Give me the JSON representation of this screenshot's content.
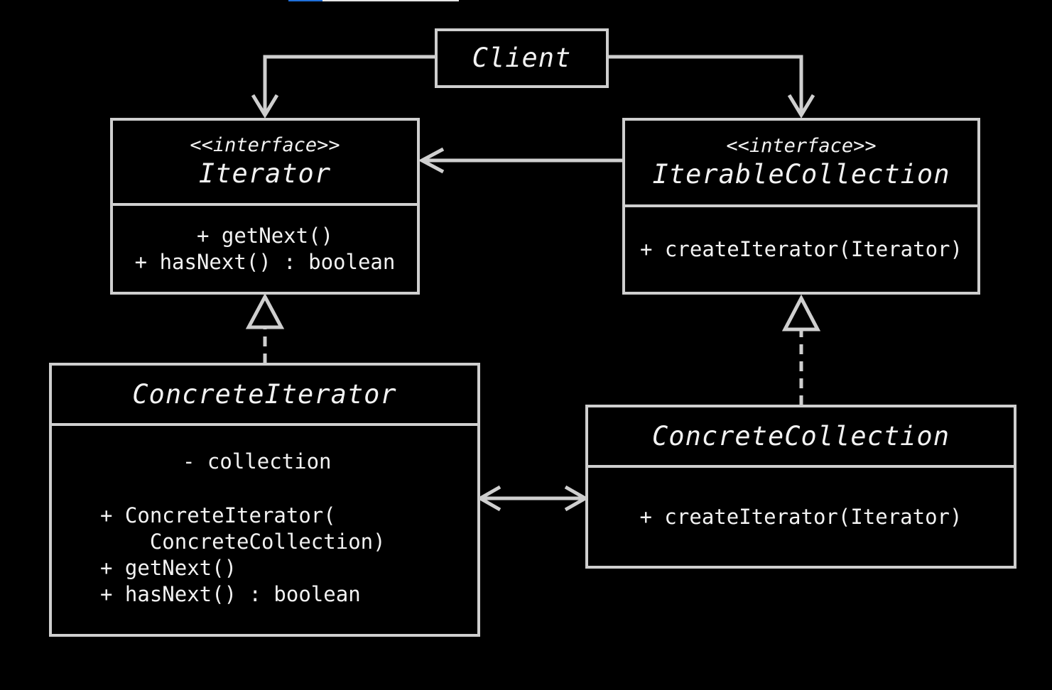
{
  "diagram": {
    "client": {
      "name": "Client"
    },
    "iterator": {
      "stereotype": "<<interface>>",
      "name": "Iterator",
      "members": [
        "+ getNext()",
        "+ hasNext() : boolean"
      ]
    },
    "iterable_collection": {
      "stereotype": "<<interface>>",
      "name": "IterableCollection",
      "members": [
        "+ createIterator(Iterator)"
      ]
    },
    "concrete_iterator": {
      "name": "ConcreteIterator",
      "field": "- collection",
      "methods": [
        "+ ConcreteIterator(",
        "    ConcreteCollection)",
        "+ getNext()",
        "+ hasNext() : boolean"
      ]
    },
    "concrete_collection": {
      "name": "ConcreteCollection",
      "members": [
        "+ createIterator(Iterator)"
      ]
    },
    "colors": {
      "background": "#000000",
      "line": "#cfcfcf",
      "text": "#f2f2f2"
    }
  }
}
